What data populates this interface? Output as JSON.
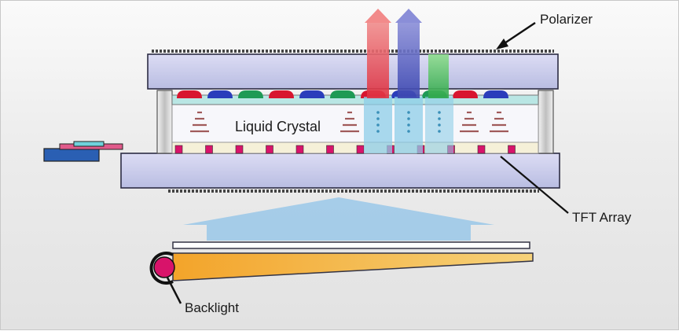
{
  "labels": {
    "polarizer": "Polarizer",
    "liquid_crystal": "Liquid Crystal",
    "tft_array": "TFT Array",
    "backlight": "Backlight"
  },
  "colors": {
    "panel_glass": "#c9cbeb",
    "subpixel_red": "#d8152f",
    "subpixel_blue": "#2a3dbb",
    "subpixel_green": "#1e9a55",
    "tft_contact": "#d8136a",
    "light_beam": "#8ecde8",
    "light_arrow": "#7ab8e4",
    "light_guide": "#f0b23a",
    "lamp": "#d8136a",
    "lc_molecule": "#a05a5a"
  },
  "subpixel_sequence": [
    "red",
    "blue",
    "green",
    "red",
    "blue",
    "green",
    "red",
    "blue",
    "green",
    "red",
    "blue"
  ],
  "output_beams": [
    "red",
    "blue",
    "green"
  ]
}
